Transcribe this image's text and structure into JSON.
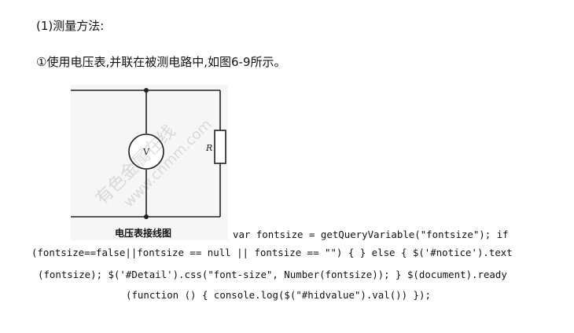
{
  "heading": {
    "method_label": "(1)测量方法:"
  },
  "paragraph": {
    "step1": "①使用电压表,并联在被测电路中,如图6-9所示。"
  },
  "figure": {
    "meter_label": "V",
    "resistor_label": "R",
    "caption": "电压表接线图",
    "watermark_cn": "有色金属在线",
    "watermark_url": "www.cnmm.com"
  },
  "code": {
    "line1": "var fontsize = getQueryVariable(\"fontsize\"); if",
    "line2": "(fontsize==false||fontsize == null || fontsize == \"\") { } else { $('#notice').text",
    "line3": "(fontsize); $('#Detail').css(\"font-size\", Number(fontsize)); } $(document).ready",
    "line4": "(function () { console.log($(\"#hidvalue\").val()) });"
  }
}
